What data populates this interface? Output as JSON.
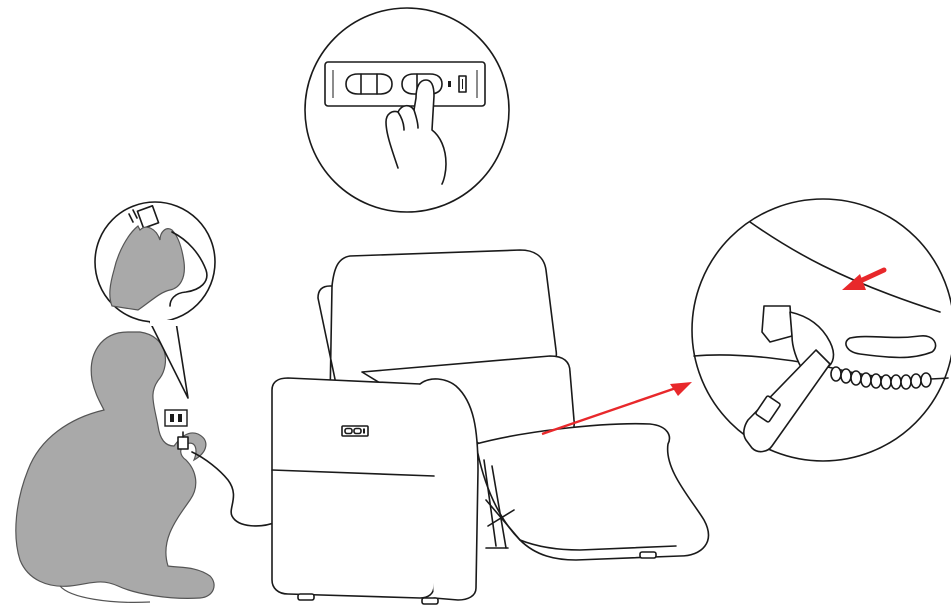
{
  "diagram": {
    "kind": "instruction-illustration",
    "colors": {
      "line": "#1a1a1a",
      "person_fill": "#a9a9a9",
      "person_stroke": "#555555",
      "arrow": "#e8282b",
      "background": "#ffffff"
    },
    "icons": [
      "power-outlet-icon",
      "power-plug-icon",
      "control-button-panel-icon",
      "pointing-hand-icon",
      "zipper-icon",
      "red-arrow-icon"
    ],
    "steps": [
      {
        "id": "plug-into-wall",
        "callout": "plug-adapter-callout"
      },
      {
        "id": "press-control-button",
        "callout": "button-panel-callout"
      },
      {
        "id": "check-zipper",
        "callout": "zipper-callout"
      }
    ]
  }
}
